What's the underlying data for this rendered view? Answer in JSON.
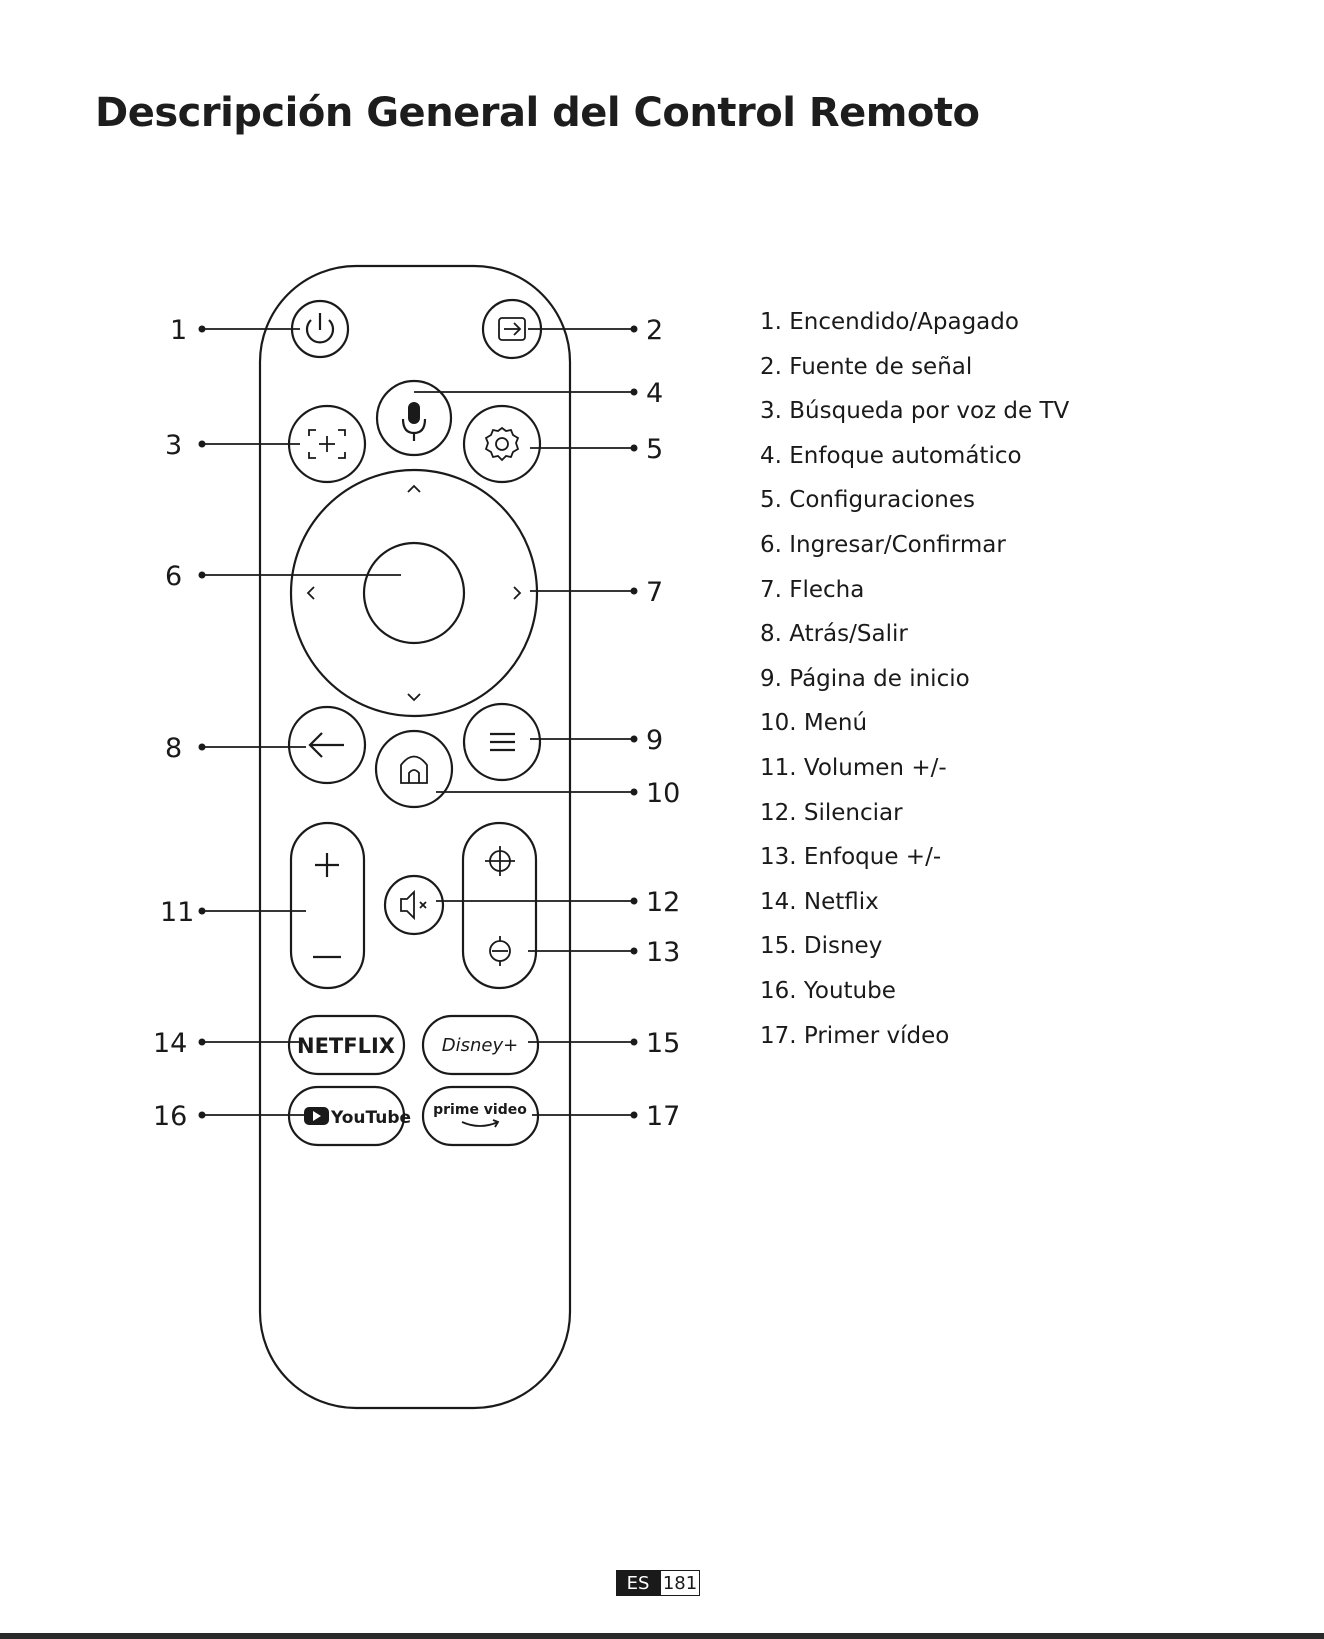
{
  "page": {
    "title": "Descripción General del Control Remoto",
    "footer": {
      "lang": "ES",
      "page_number": "181"
    }
  },
  "callouts": [
    "1",
    "2",
    "3",
    "4",
    "5",
    "6",
    "7",
    "8",
    "9",
    "10",
    "11",
    "12",
    "13",
    "14",
    "15",
    "16",
    "17"
  ],
  "legend": [
    "1. Encendido/Apagado",
    "2. Fuente de señal",
    "3. Búsqueda por voz de TV",
    "4. Enfoque automático",
    "5. Configuraciones",
    "6. Ingresar/Confirmar",
    "7. Flecha",
    "8. Atrás/Salir",
    "9. Página de inicio",
    "10. Menú",
    "11. Volumen +/-",
    "12. Silenciar",
    "13. Enfoque +/-",
    "14. Netflix",
    "15. Disney",
    "16. Youtube",
    "17. Primer vídeo"
  ],
  "buttons": {
    "netflix": "NETFLIX",
    "disney": "Disney+",
    "youtube": "YouTube",
    "prime_top": "prime video"
  },
  "icons": {
    "power": "power-icon",
    "source": "input-source-icon",
    "voice": "microphone-icon",
    "focus": "autofocus-icon",
    "settings": "gear-icon",
    "back": "back-arrow-icon",
    "home": "home-icon",
    "menu": "hamburger-menu-icon",
    "mute": "mute-icon",
    "focus_plus": "focus-plus-icon",
    "focus_minus": "focus-minus-icon"
  }
}
